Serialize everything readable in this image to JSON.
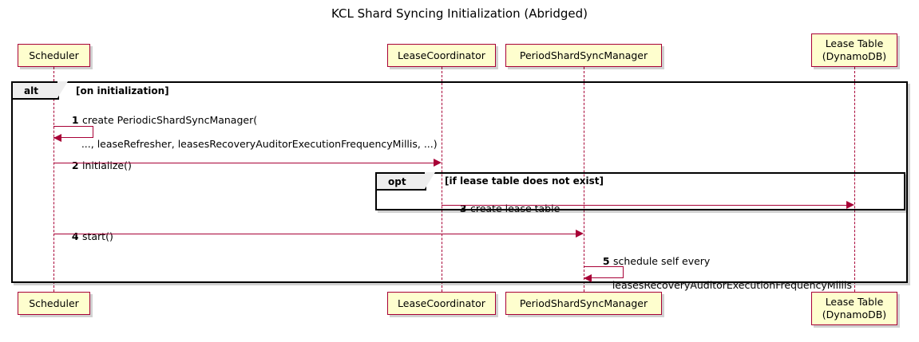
{
  "diagram": {
    "title": "KCL Shard Syncing Initialization (Abridged)",
    "type": "uml-sequence-diagram",
    "colors": {
      "participant_fill": "#FEFECE",
      "participant_border": "#A80036",
      "arrow": "#A80036",
      "frame_border": "#000000",
      "frame_tab_fill": "#EEEEEE",
      "background": "#FFFFFF"
    }
  },
  "participants": [
    {
      "id": "scheduler",
      "label": "Scheduler",
      "label_line2": ""
    },
    {
      "id": "coordinator",
      "label": "LeaseCoordinator",
      "label_line2": ""
    },
    {
      "id": "psm",
      "label": "PeriodShardSyncManager",
      "label_line2": ""
    },
    {
      "id": "leasetable",
      "label": "Lease Table",
      "label_line2": "(DynamoDB)"
    }
  ],
  "fragments": [
    {
      "id": "alt",
      "kind": "alt",
      "guard": "[on initialization]"
    },
    {
      "id": "opt",
      "kind": "opt",
      "guard": "[if lease table does not exist]"
    }
  ],
  "messages": [
    {
      "number": "1",
      "from": "scheduler",
      "to": "scheduler",
      "self": true,
      "line1": "create PeriodicShardSyncManager(",
      "line2": "   ..., leaseRefresher, leasesRecoveryAuditorExecutionFrequencyMillis, ...)"
    },
    {
      "number": "2",
      "from": "scheduler",
      "to": "coordinator",
      "self": false,
      "line1": "initialize()",
      "line2": ""
    },
    {
      "number": "3",
      "from": "coordinator",
      "to": "leasetable",
      "self": false,
      "line1": "create lease table",
      "line2": ""
    },
    {
      "number": "4",
      "from": "scheduler",
      "to": "psm",
      "self": false,
      "line1": "start()",
      "line2": ""
    },
    {
      "number": "5",
      "from": "psm",
      "to": "psm",
      "self": true,
      "line1": "schedule self every",
      "line2": "   leasesRecoveryAuditorExecutionFrequencyMillis"
    }
  ]
}
